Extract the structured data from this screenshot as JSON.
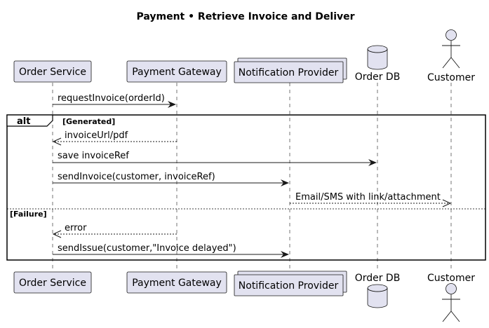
{
  "diagram": {
    "title": "Payment • Retrieve Invoice and Deliver",
    "participants": [
      {
        "id": "order",
        "label": "Order Service",
        "shape": "box"
      },
      {
        "id": "gateway",
        "label": "Payment Gateway",
        "shape": "box"
      },
      {
        "id": "notify",
        "label": "Notification Provider",
        "shape": "collections"
      },
      {
        "id": "db",
        "label": "Order DB",
        "shape": "database"
      },
      {
        "id": "customer",
        "label": "Customer",
        "shape": "actor"
      }
    ],
    "messages": [
      {
        "from": "order",
        "to": "gateway",
        "label": "requestInvoice(orderId)",
        "style": "solid"
      },
      {
        "from": "gateway",
        "to": "order",
        "label": "invoiceUrl/pdf",
        "style": "dashed"
      },
      {
        "from": "order",
        "to": "db",
        "label": "save invoiceRef",
        "style": "solid"
      },
      {
        "from": "order",
        "to": "notify",
        "label": "sendInvoice(customer, invoiceRef)",
        "style": "solid"
      },
      {
        "from": "notify",
        "to": "customer",
        "label": "Email/SMS with link/attachment",
        "style": "dashed"
      },
      {
        "from": "gateway",
        "to": "order",
        "label": "error",
        "style": "dashed"
      },
      {
        "from": "order",
        "to": "notify",
        "label": "sendIssue(customer,\"Invoice delayed\")",
        "style": "solid"
      }
    ],
    "fragment": {
      "keyword": "alt",
      "sections": [
        "[Generated]",
        "[Failure]"
      ]
    },
    "colors": {
      "participant_fill": "#e2e2f0",
      "stroke": "#181818"
    }
  }
}
